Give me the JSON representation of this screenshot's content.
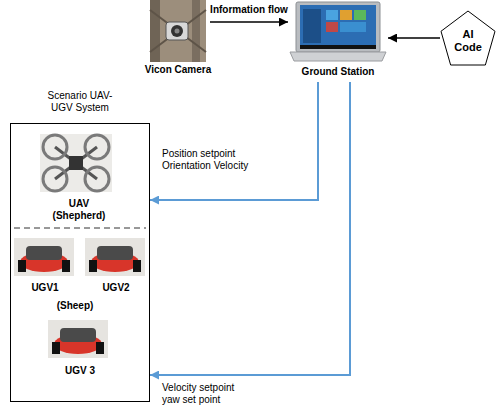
{
  "diagram": {
    "nodes": [
      {
        "text": [
          "Vicon Camera"
        ]
      },
      {
        "text": [
          "Ground Station"
        ]
      },
      {
        "text": [
          "AI Code"
        ]
      },
      {
        "text": [
          "Scenario UAV-UGV System"
        ]
      },
      {
        "text": [
          "UAV (Shepherd)"
        ],
        "in": 3
      },
      {
        "text": [
          "UGV1"
        ],
        "in": 3
      },
      {
        "text": [
          "UGV2"
        ],
        "in": 3
      },
      {
        "text": [
          "UGV 3"
        ],
        "in": 3
      }
    ],
    "edges": [
      {
        "from": 0,
        "to": 1,
        "arrow": "to",
        "label": "Information flow"
      },
      {
        "from": 2,
        "to": 1,
        "arrow": "to"
      },
      {
        "from": 1,
        "to": 3,
        "arrow": "to",
        "label": "Position setpoint Orientation Velocity"
      },
      {
        "from": 1,
        "to": 3,
        "arrow": "to",
        "label": "Velocity setpoint yaw set point"
      }
    ],
    "labels": [
      "(Sheep)"
    ]
  }
}
